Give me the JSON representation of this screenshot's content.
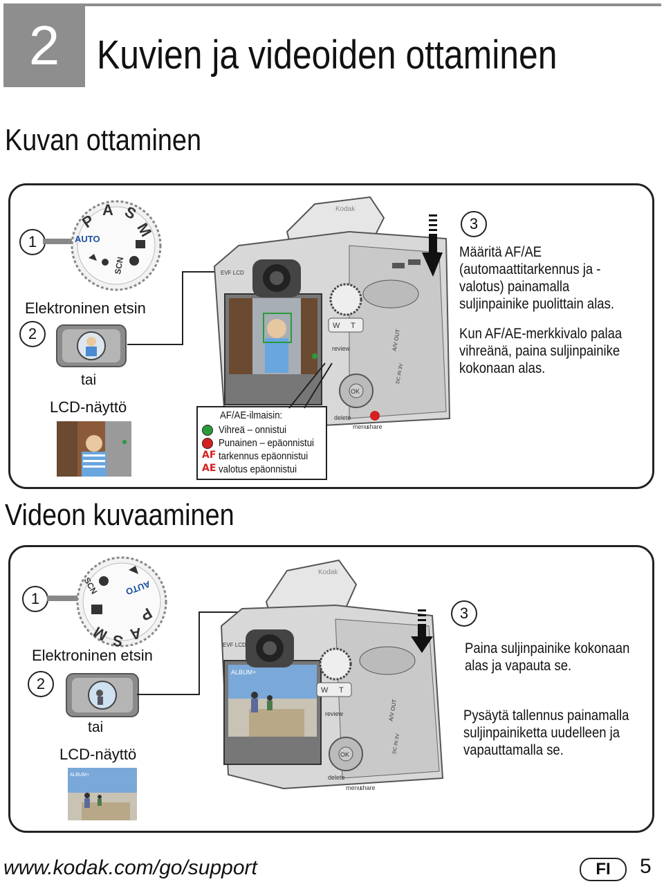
{
  "chapter": {
    "number": "2",
    "title": "Kuvien ja videoiden ottaminen"
  },
  "section1": {
    "title": "Kuvan ottaminen",
    "step1": "1",
    "step2": "2",
    "step3": "3",
    "viewfinder_label": "Elektroninen etsin",
    "or_label": "tai",
    "lcd_label": "LCD-näyttö",
    "mode_dial": {
      "auto": "AUTO",
      "p": "P",
      "a": "A",
      "s": "S",
      "m": "M",
      "scn": "SCN"
    },
    "legend": {
      "title": "AF/AE-ilmaisin:",
      "rows": [
        {
          "mark": "",
          "text": "Vihreä – onnistui",
          "color": "#2a9a3a"
        },
        {
          "mark": "",
          "text": "Punainen – epäonnistui",
          "color": "#d42020"
        },
        {
          "mark": "AF",
          "text": "tarkennus epäonnistui",
          "color": "#d42020"
        },
        {
          "mark": "AE",
          "text": "valotus epäonnistui",
          "color": "#d42020"
        }
      ]
    },
    "instructions": {
      "p1": "Määritä AF/AE (automaattitarkennus ja -valotus) painamalla suljinpainike puolittain alas.",
      "p2": "Kun AF/AE-merkkivalo palaa vihreänä, paina suljinpainike kokonaan alas."
    },
    "camera_labels": {
      "evf_lcd": "EVF LCD",
      "review": "review",
      "delete": "delete",
      "menu": "menu",
      "share": "share",
      "ok": "OK",
      "w": "W",
      "t": "T",
      "av_out": "A/V OUT",
      "dc_in": "DC IN 3V",
      "brand": "Kodak"
    }
  },
  "section2": {
    "title": "Videon kuvaaminen",
    "step1": "1",
    "step2": "2",
    "step3": "3",
    "viewfinder_label": "Elektroninen etsin",
    "or_label": "tai",
    "lcd_label": "LCD-näyttö",
    "screen_album": "ALBUM+",
    "instructions": {
      "p1": "Paina suljinpainike kokonaan alas ja vapauta se.",
      "p2": "Pysäytä tallennus painamalla suljinpainiketta uudelleen ja vapauttamalla se."
    }
  },
  "footer": {
    "url": "www.kodak.com/go/support",
    "language": "FI",
    "page": "5"
  }
}
